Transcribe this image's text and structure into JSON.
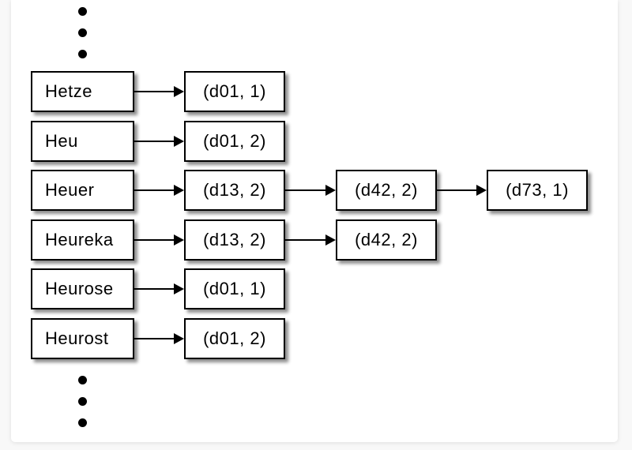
{
  "diagram": {
    "description": "inverted index: terms with linked posting lists",
    "ellipsis_top_count": 3,
    "ellipsis_bottom_count": 3,
    "rows": [
      {
        "term": "Hetze",
        "postings": [
          "(d01, 1)"
        ]
      },
      {
        "term": "Heu",
        "postings": [
          "(d01, 2)"
        ]
      },
      {
        "term": "Heuer",
        "postings": [
          "(d13, 2)",
          "(d42, 2)",
          "(d73, 1)"
        ]
      },
      {
        "term": "Heureka",
        "postings": [
          "(d13, 2)",
          "(d42, 2)"
        ]
      },
      {
        "term": "Heurose",
        "postings": [
          "(d01, 1)"
        ]
      },
      {
        "term": "Heurost",
        "postings": [
          "(d01, 2)"
        ]
      }
    ],
    "colors": {
      "page_background": "#f8f8f8",
      "slide_background": "#ffffff",
      "box_fill": "#ffffff",
      "box_border": "#000000",
      "text": "#000000",
      "arrow": "#000000",
      "shadow": "rgba(0,0,0,0.45)"
    }
  }
}
